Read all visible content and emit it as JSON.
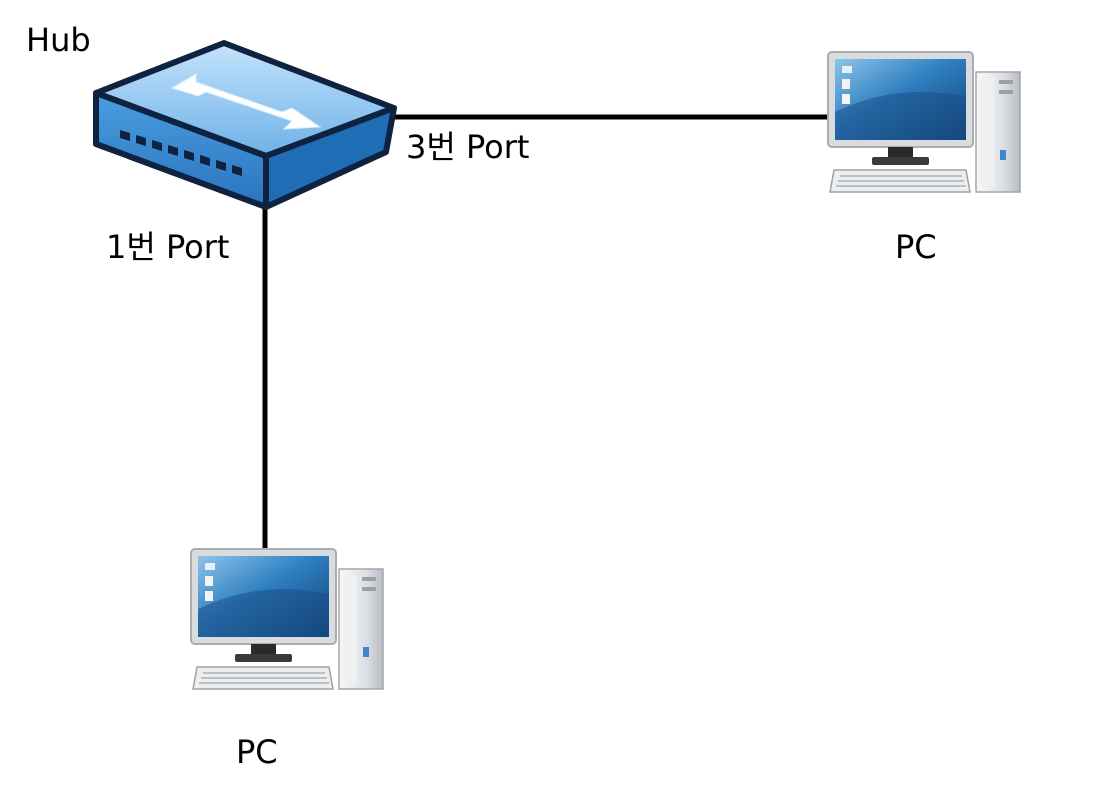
{
  "hub": {
    "label": "Hub",
    "icon": "network-hub-icon",
    "colors": {
      "top": "#9ccdf3",
      "front": "#3a8fd6",
      "side": "#1f6db4",
      "outline": "#0f2240",
      "arrow": "#ffffff"
    }
  },
  "links": [
    {
      "from": "hub",
      "to": "pc_right",
      "port_label": "3번 Port"
    },
    {
      "from": "hub",
      "to": "pc_bottom",
      "port_label": "1번 Port"
    }
  ],
  "pcs": {
    "right": {
      "label": "PC",
      "icon": "desktop-computer-icon"
    },
    "bottom": {
      "label": "PC",
      "icon": "desktop-computer-icon"
    }
  },
  "colors": {
    "link": "#000000",
    "screen": "#1d5f9a",
    "screen_light": "#5fa6d8",
    "case": "#e3e5e8"
  }
}
